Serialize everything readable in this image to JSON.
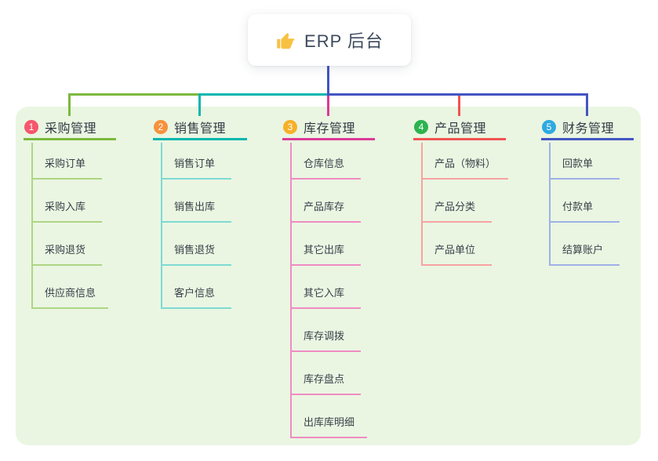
{
  "root": {
    "title": "ERP 后台",
    "icon": "thumbs-up-icon",
    "icon_color": "#f7c143"
  },
  "branches": [
    {
      "index": "1",
      "label": "采购管理",
      "badge_color": "#f6566d",
      "line_color": "#7cb93e",
      "light_color": "#aed584",
      "children": [
        "采购订单",
        "采购入库",
        "采购退货",
        "供应商信息"
      ]
    },
    {
      "index": "2",
      "label": "销售管理",
      "badge_color": "#f7913c",
      "line_color": "#0ab6ae",
      "light_color": "#7edad3",
      "children": [
        "销售订单",
        "销售出库",
        "销售退货",
        "客户信息"
      ]
    },
    {
      "index": "3",
      "label": "库存管理",
      "badge_color": "#f6b029",
      "line_color": "#dc3a98",
      "light_color": "#ef8cc2",
      "children": [
        "仓库信息",
        "产品库存",
        "其它出库",
        "其它入库",
        "库存调拨",
        "库存盘点",
        "出库库明细"
      ]
    },
    {
      "index": "4",
      "label": "产品管理",
      "badge_color": "#2cb34f",
      "line_color": "#f25353",
      "light_color": "#f7a2a2",
      "children": [
        "产品（物料）",
        "产品分类",
        "产品单位"
      ]
    },
    {
      "index": "5",
      "label": "财务管理",
      "badge_color": "#2fa9e1",
      "line_color": "#4355c4",
      "light_color": "#9fb0e6",
      "children": [
        "回款单",
        "付款单",
        "结算账户"
      ]
    }
  ],
  "panel_color": "#eaf6e2"
}
